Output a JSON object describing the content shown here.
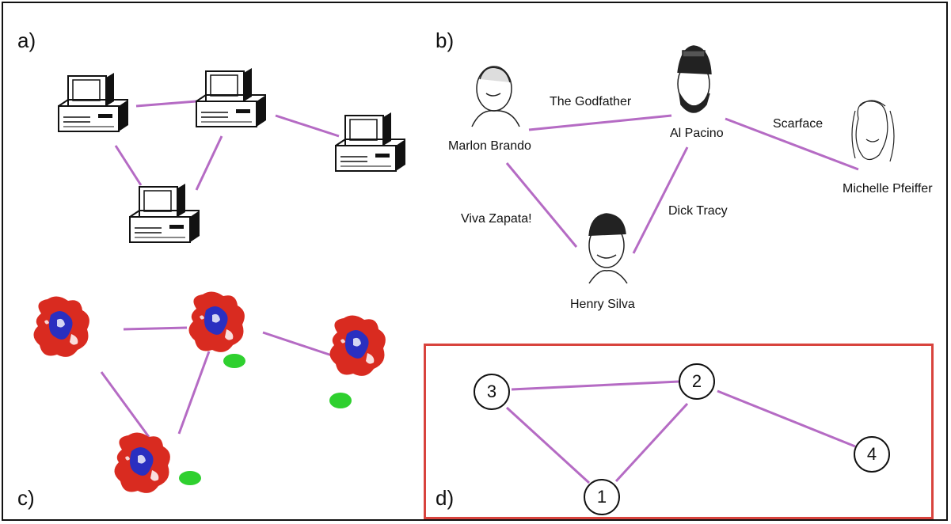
{
  "panels": {
    "a": {
      "label": "a)"
    },
    "b": {
      "label": "b)"
    },
    "c": {
      "label": "c)"
    },
    "d": {
      "label": "d)"
    }
  },
  "actors": {
    "brando": {
      "name": "Marlon Brando"
    },
    "pacino": {
      "name": "Al Pacino"
    },
    "pfeiffer": {
      "name": "Michelle Pfeiffer"
    },
    "silva": {
      "name": "Henry Silva"
    }
  },
  "movies": {
    "godfather": "The Godfather",
    "scarface": "Scarface",
    "zapata": "Viva Zapata!",
    "tracy": "Dick Tracy"
  },
  "nodes": {
    "n1": "1",
    "n2": "2",
    "n3": "3",
    "n4": "4"
  },
  "colors": {
    "edge": "#b56bc4",
    "box": "#d8433d",
    "protein_red": "#d92b20",
    "protein_blue": "#2a2fc0",
    "protein_green": "#2fd02f"
  },
  "icons": [
    "computer-icon",
    "actor-portrait-icon",
    "protein-structure-icon"
  ]
}
